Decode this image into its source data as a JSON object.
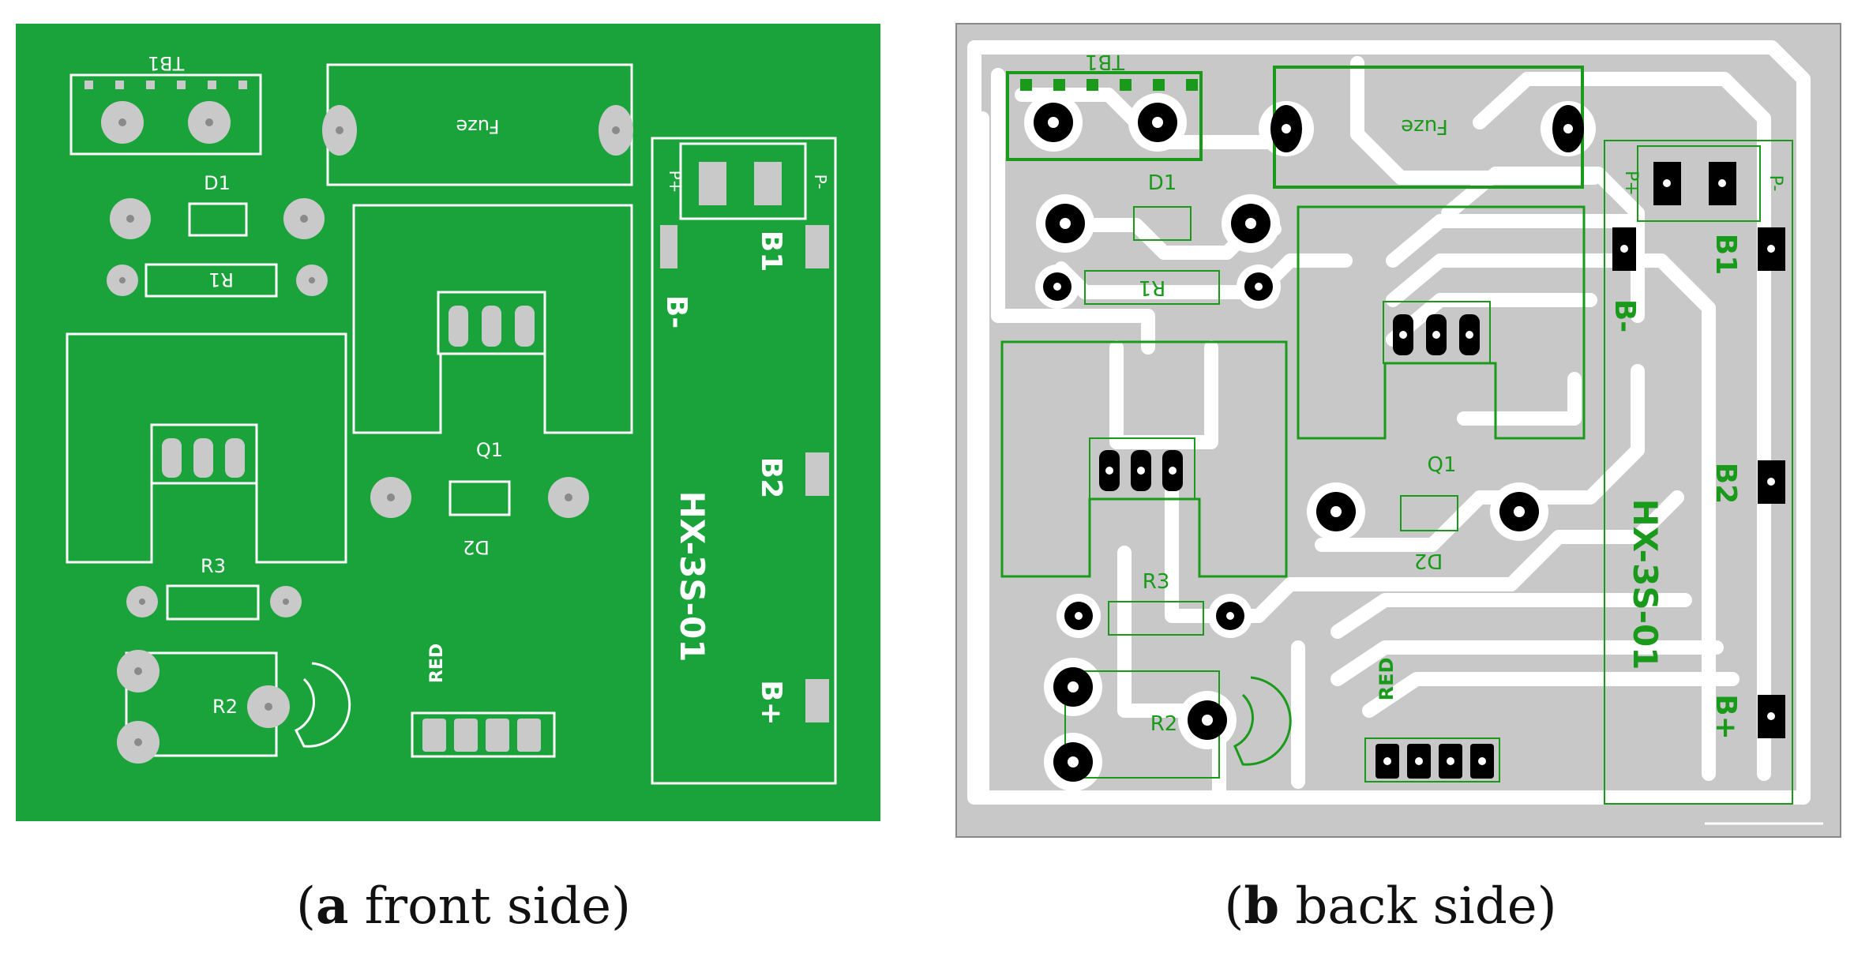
{
  "colors": {
    "front_board": "#1aa33a",
    "back_board": "#c8c8c8",
    "silk_front": "#ffffff",
    "silk_back": "#1a9a1a",
    "pad_front": "#c9c9c9",
    "pad_back": "#000000",
    "trace_back": "#ffffff"
  },
  "panels": [
    {
      "id": "front",
      "caption_letter": "a",
      "caption_text": " front side",
      "labels": {
        "tb1": "TB1",
        "fuze": "Fuze",
        "d1": "D1",
        "r1": "R1",
        "q1": "Q1",
        "d2": "D2",
        "r3": "R3",
        "r2": "R2",
        "red": "RED",
        "p_plus": "P+",
        "p_minus": "P-",
        "b1": "B1",
        "b_minus": "B-",
        "b2": "B2",
        "b_plus": "B+",
        "model": "HX-3S-01"
      }
    },
    {
      "id": "back",
      "caption_letter": "b",
      "caption_text": " back side",
      "labels": {
        "tb1": "TB1",
        "fuze": "Fuze",
        "d1": "D1",
        "r1": "R1",
        "q1": "Q1",
        "d2": "D2",
        "r3": "R3",
        "r2": "R2",
        "red": "RED",
        "p_plus": "P+",
        "p_minus": "P-",
        "b1": "B1",
        "b_minus": "B-",
        "b2": "B2",
        "b_plus": "B+",
        "model": "HX-3S-01"
      }
    }
  ]
}
